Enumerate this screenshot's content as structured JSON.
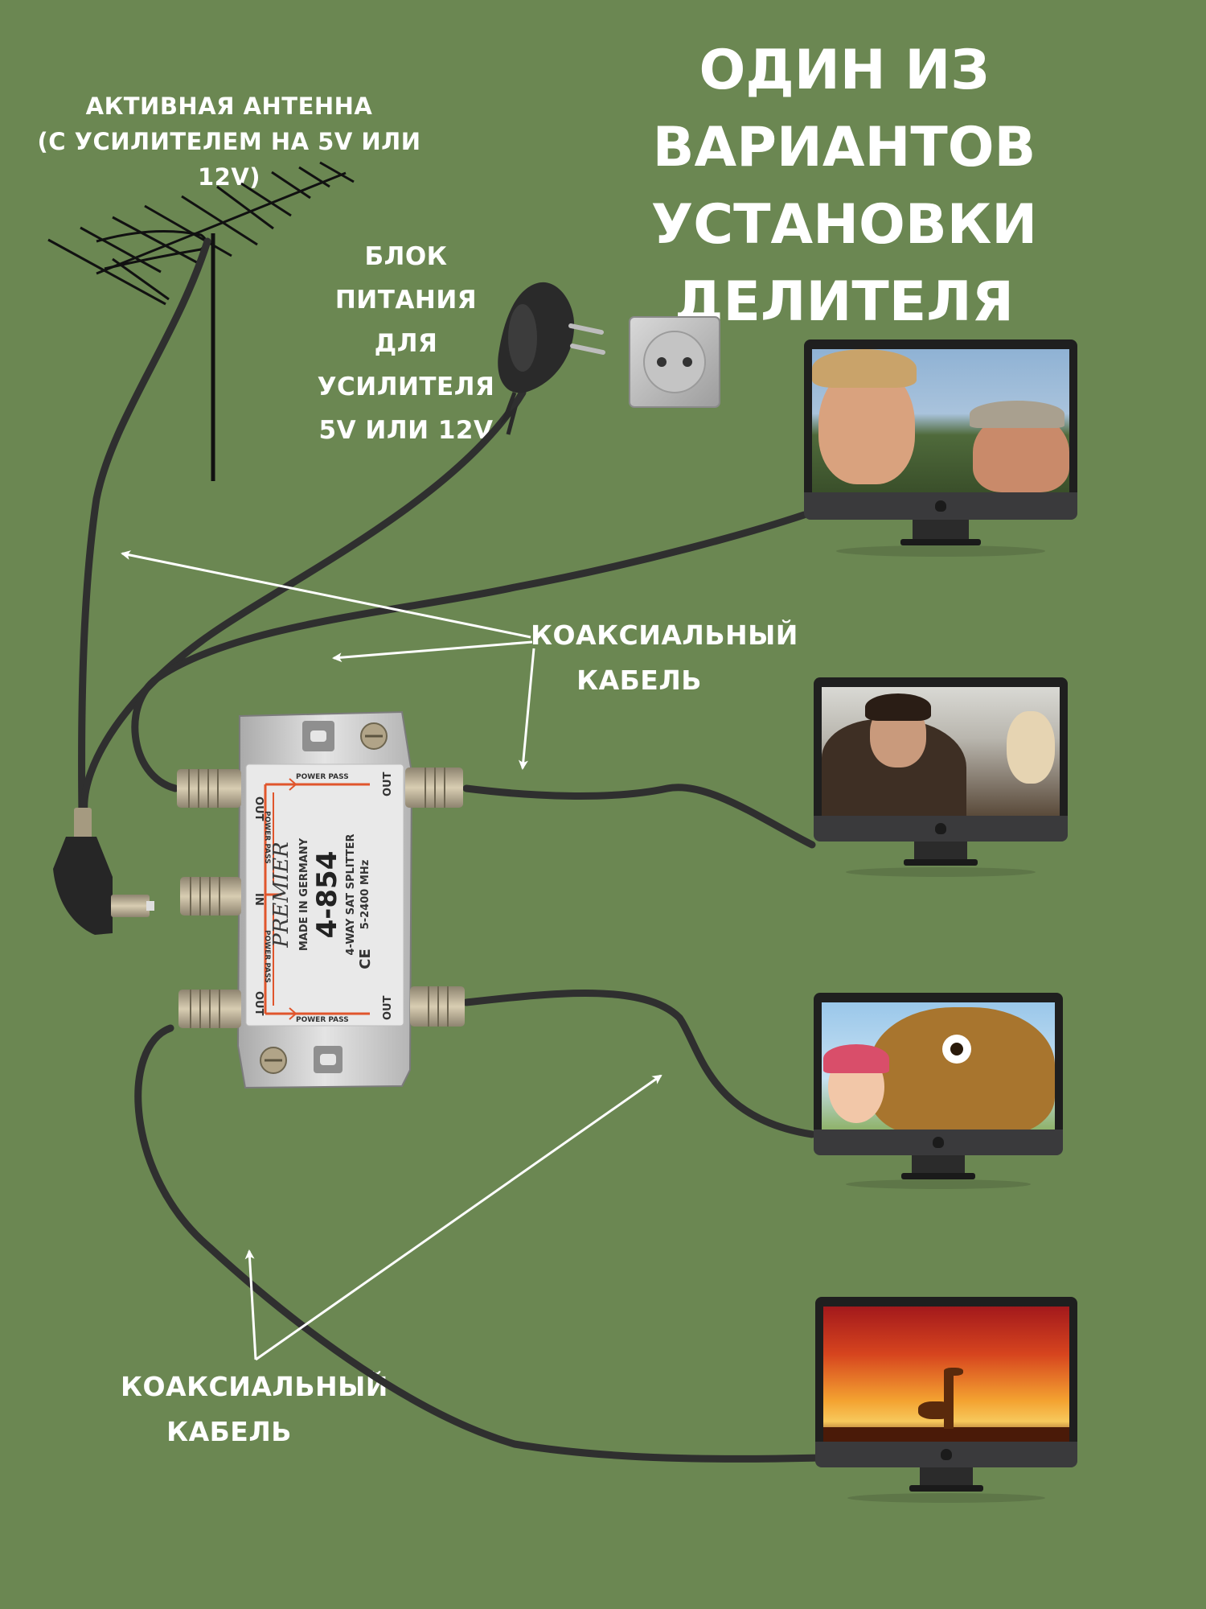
{
  "title": {
    "line1": "ОДИН ИЗ ВАРИАНТОВ",
    "line2": "УСТАНОВКИ ДЕЛИТЕЛЯ"
  },
  "antenna": {
    "label_line1": "АКТИВНАЯ АНТЕННА",
    "label_line2": "(С УСИЛИТЕЛЕМ НА 5V ИЛИ 12V)"
  },
  "power_supply": {
    "label_line1": "БЛОК ПИТАНИЯ",
    "label_line2": "ДЛЯ УСИЛИТЕЛЯ",
    "label_line3": "5V ИЛИ 12V"
  },
  "cable_labels": [
    {
      "line1": "КОАКСИАЛЬНЫЙ",
      "line2": "КАБЕЛЬ"
    },
    {
      "line1": "КОАКСИАЛЬНЫЙ",
      "line2": "КАБЕЛЬ"
    }
  ],
  "splitter": {
    "brand": "PREMIER",
    "origin": "MADE IN GERMANY",
    "model": "4-854",
    "type": "4-WAY SAT SPLITTER",
    "frequency": "5-2400 MHz",
    "port_out": "OUT",
    "port_in": "IN",
    "power_pass": "POWER PASS",
    "ce_mark": "CE"
  },
  "televisions": [
    {
      "scene": "classic-film-still"
    },
    {
      "scene": "fantasy-series-still"
    },
    {
      "scene": "cartoon-still"
    },
    {
      "scene": "sunset-savanna-wallpaper"
    }
  ],
  "colors": {
    "background": "#6b8752",
    "cable": "#2f2f2f",
    "arrow": "#ffffff",
    "splitter_body": "#c9c9c9",
    "connector": "#b8a888",
    "tv_bezel": "#1f1f1f"
  }
}
